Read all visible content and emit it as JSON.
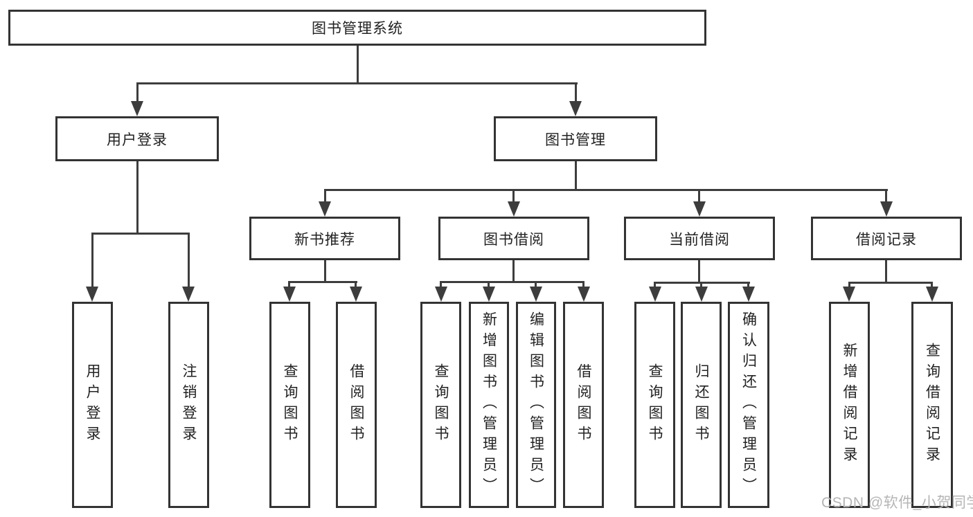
{
  "diagram": {
    "root": "图书管理系统",
    "level2": [
      {
        "label": "用户登录",
        "leaves": [
          "用户登录",
          "注销登录"
        ]
      },
      {
        "label": "图书管理",
        "children": [
          {
            "label": "新书推荐",
            "leaves": [
              "查询图书",
              "借阅图书"
            ]
          },
          {
            "label": "图书借阅",
            "leaves": [
              "查询图书",
              "新增图书（管理员）",
              "编辑图书（管理员）",
              "借阅图书"
            ]
          },
          {
            "label": "当前借阅",
            "leaves": [
              "查询图书",
              "归还图书",
              "确认归还（管理员）"
            ]
          },
          {
            "label": "借阅记录",
            "leaves": [
              "新增借阅记录",
              "查询借阅记录"
            ]
          }
        ]
      }
    ]
  },
  "watermark": {
    "text": "CSDN @软件_小贺同学"
  },
  "colors": {
    "line": "#3d3d3d",
    "box_border": "#333333",
    "text": "#222222",
    "watermark": "#b5b5b5",
    "background": "#ffffff"
  }
}
